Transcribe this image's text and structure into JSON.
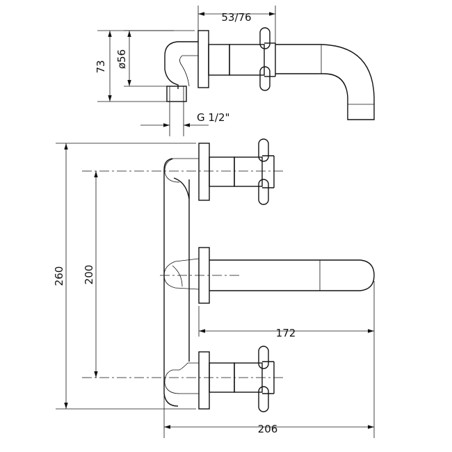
{
  "dimensions": {
    "top_depth": "53/76",
    "flange_height": "73",
    "flange_diameter": "ø56",
    "thread": "G  1/2\"",
    "overall_height": "260",
    "center_spacing": "200",
    "spout_length": "172",
    "overall_depth": "206"
  }
}
